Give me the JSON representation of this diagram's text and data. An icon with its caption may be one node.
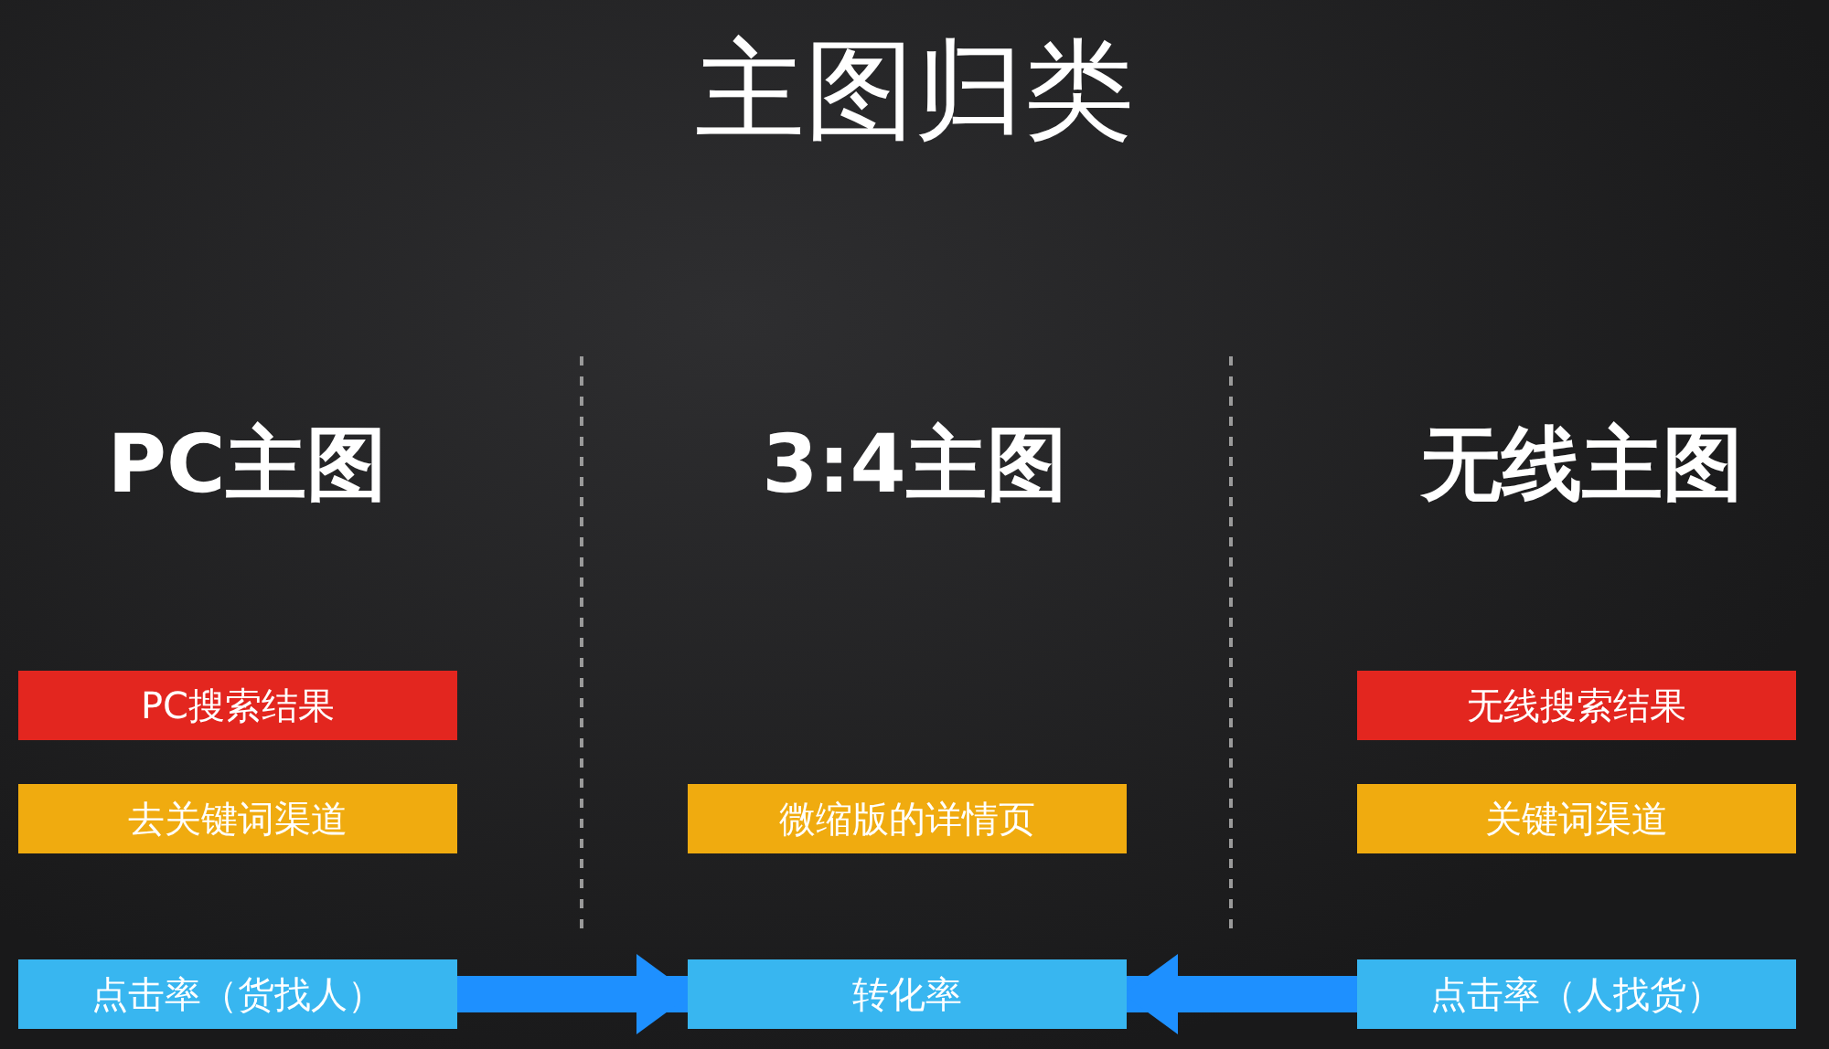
{
  "diagram": {
    "title": "主图归类",
    "nodes": [
      {
        "text": [
          "PC搜索结果"
        ]
      },
      {
        "text": [
          "无线搜索结果"
        ]
      },
      {
        "text": [
          "去关键词渠道"
        ]
      },
      {
        "text": [
          "微缩版的详情页"
        ]
      },
      {
        "text": [
          "关键词渠道"
        ]
      },
      {
        "text": [
          "点击率（货找人）"
        ]
      },
      {
        "text": [
          "转化率"
        ]
      },
      {
        "text": [
          "点击率（人找货）"
        ]
      }
    ],
    "edges": [
      {
        "from": 5,
        "to": 6,
        "arrow": "to"
      },
      {
        "from": 7,
        "to": 6,
        "arrow": "to"
      }
    ],
    "labels": [
      "PC主图",
      "3:4主图",
      "无线主图"
    ]
  }
}
